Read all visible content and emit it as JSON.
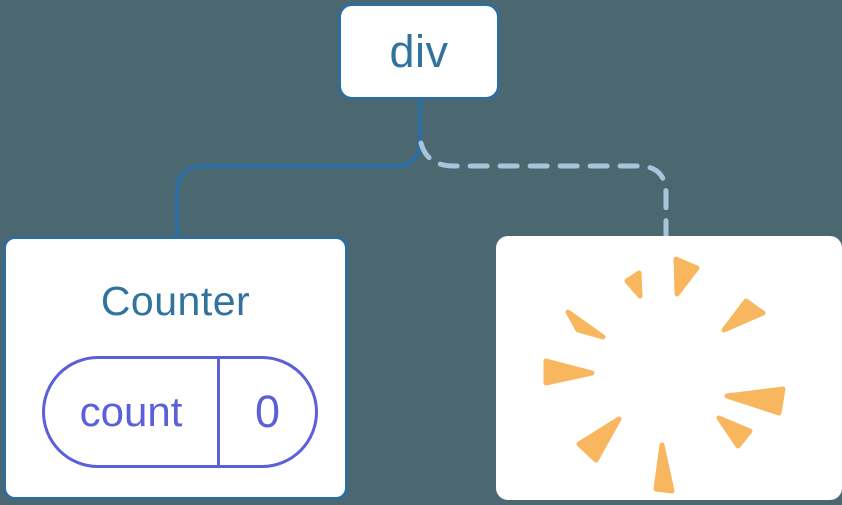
{
  "diagram": {
    "description": "Component tree: div parent keeps one child (Counter with state) and loses another child (poof)",
    "root_node": {
      "label": "div"
    },
    "counter_card": {
      "title": "Counter",
      "state_pill": {
        "key": "count",
        "value": "0"
      }
    },
    "removed_card": {
      "icon": "poof-burst-icon"
    },
    "connections": [
      {
        "from": "div",
        "to": "Counter",
        "style": "solid"
      },
      {
        "from": "div",
        "to": "removed-card",
        "style": "dashed"
      }
    ],
    "colors": {
      "background": "#4b6871",
      "card_bg": "#ffffff",
      "node_border": "#2d6e9e",
      "node_text": "#31739f",
      "solid_line": "#2d6e9e",
      "dashed_line": "#a6c4da",
      "state_accent": "#5b5fd8",
      "poof_orange": "#f8b75e"
    }
  }
}
